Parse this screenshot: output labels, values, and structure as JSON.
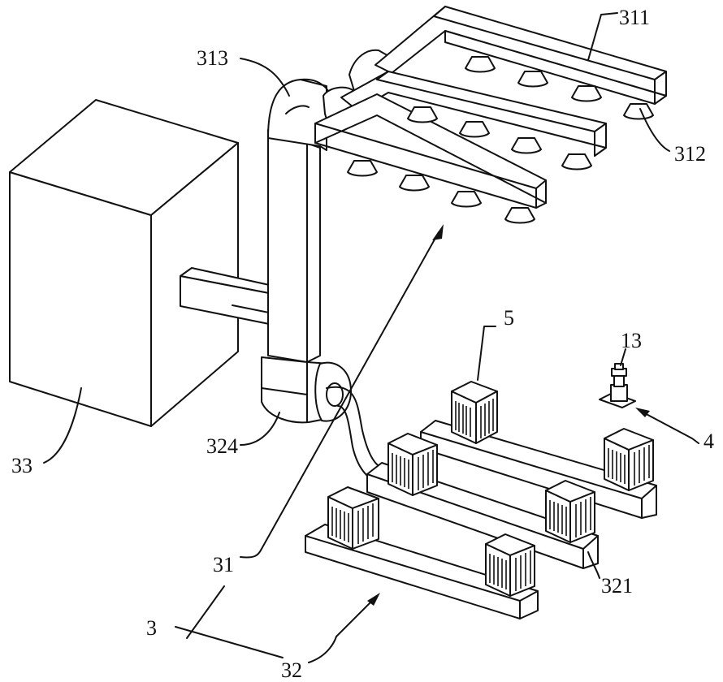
{
  "labels": {
    "l311": "311",
    "l313": "313",
    "l312": "312",
    "l5": "5",
    "l13": "13",
    "l4": "4",
    "l33": "33",
    "l324": "324",
    "l31": "31",
    "l321": "321",
    "l3": "3",
    "l32": "32"
  }
}
